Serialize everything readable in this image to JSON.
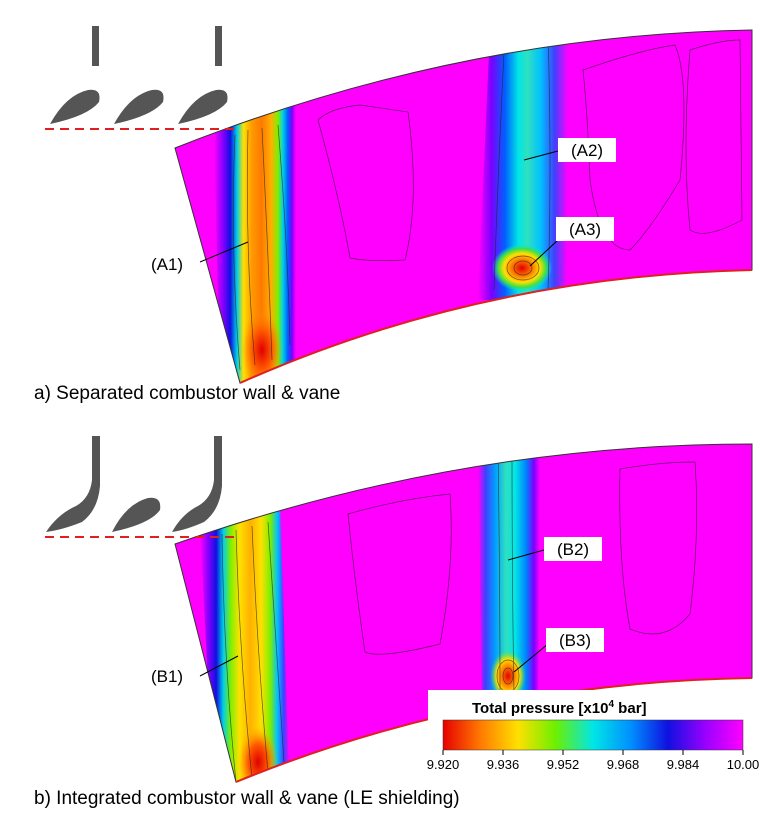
{
  "panels": [
    {
      "caption": "a) Separated combustor wall & vane",
      "labels": [
        "(A1)",
        "(A2)",
        "(A3)"
      ]
    },
    {
      "caption": "b) Integrated combustor wall & vane (LE shielding)",
      "labels": [
        "(B1)",
        "(B2)",
        "(B3)"
      ]
    }
  ],
  "colorbar": {
    "title_prefix": "Total pressure [x10",
    "title_exp": "4",
    "title_suffix": " bar]",
    "ticks": [
      "9.920",
      "9.936",
      "9.952",
      "9.968",
      "9.984",
      "10.00"
    ],
    "colors": [
      "#e60000",
      "#ff7a00",
      "#ffe000",
      "#6cf000",
      "#00e6e6",
      "#0090ff",
      "#1010e0",
      "#9a00ff",
      "#ff00ff"
    ]
  },
  "colors": {
    "background_field": "#ff00ff",
    "low_pressure": "#e60000",
    "airfoil": "#555555",
    "wall_line": "#e02020"
  }
}
